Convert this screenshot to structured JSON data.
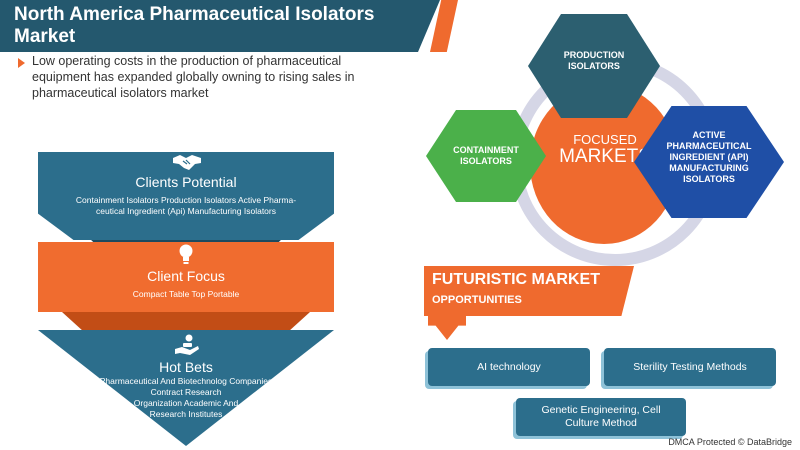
{
  "header": {
    "title": "North America Pharmaceutical Isolators Market",
    "description": "Low operating costs in the production of pharmaceutical equipment has expanded globally owning to rising sales in pharmaceutical isolators market"
  },
  "funnel": [
    {
      "heading": "Clients Potential",
      "text": "Containment Isolators Production Isolators Active Pharma-ceutical Ingredient (Api) Manufacturing Isolators",
      "icon": "handshake-icon"
    },
    {
      "heading": "Client Focus",
      "text": "Compact Table Top Portable",
      "icon": "lightbulb-icon"
    },
    {
      "heading": "Hot Bets",
      "lines": [
        "Pharmaceutical And Biotechnolog Companies",
        "Contract Research",
        "Organization Academic And",
        "Research Institutes"
      ],
      "icon": "hand-coins-icon"
    }
  ],
  "focused": {
    "line1": "FOCUSED",
    "line2": "MARKETS",
    "segments": {
      "top": "PRODUCTION ISOLATORS",
      "left": "CONTAINMENT ISOLATORS",
      "right": "ACTIVE PHARMACEUTICAL INGREDIENT (API) MANUFACTURING ISOLATORS"
    }
  },
  "futuristic": {
    "title": "FUTURISTIC MARKET",
    "subtitle": "OPPORTUNITIES",
    "items": [
      "AI technology",
      "Sterility Testing Methods",
      "Genetic Engineering, Cell Culture Method"
    ]
  },
  "footer": "DMCA Protected © DataBridge",
  "colors": {
    "teal": "#2c6e8c",
    "orange": "#ef6a2e",
    "green": "#4bb04a",
    "blue": "#1f4fa6",
    "ring": "#d5d6e6"
  }
}
